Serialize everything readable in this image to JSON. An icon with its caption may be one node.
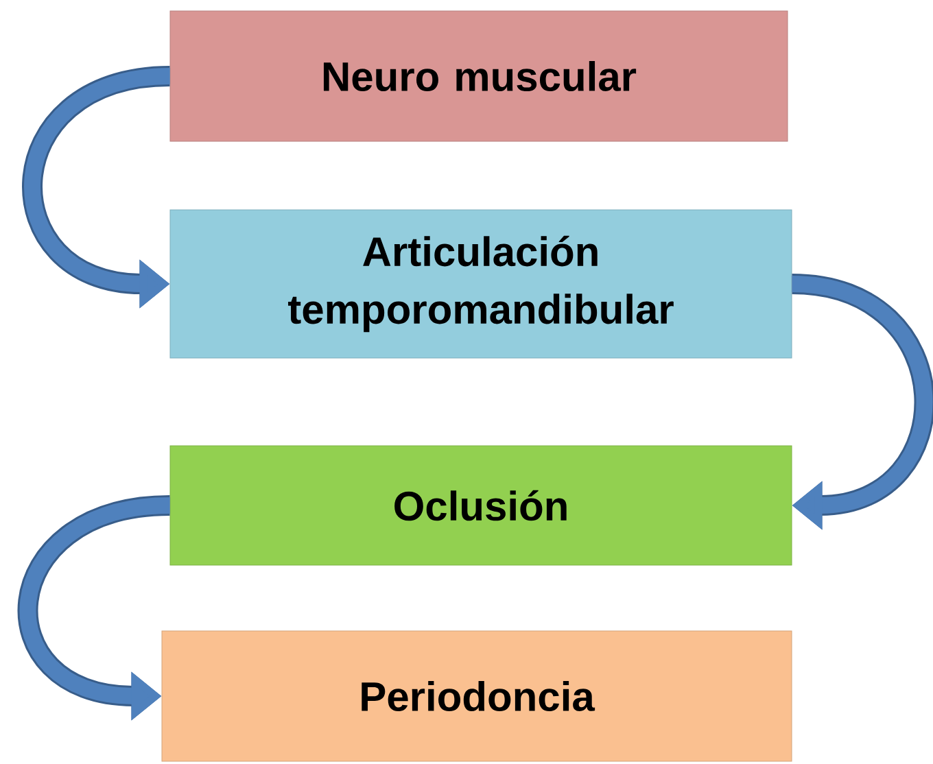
{
  "diagram": {
    "nodes": [
      {
        "text": [
          "Neuro muscular"
        ]
      },
      {
        "text": [
          "Articulación temporomandibular"
        ]
      },
      {
        "text": [
          "Oclusión"
        ]
      },
      {
        "text": [
          "Periodoncia"
        ]
      }
    ],
    "edges": [
      {
        "from": 0,
        "to": 1,
        "arrow": "to"
      },
      {
        "from": 1,
        "to": 2,
        "arrow": "to"
      },
      {
        "from": 2,
        "to": 3,
        "arrow": "to"
      }
    ]
  }
}
